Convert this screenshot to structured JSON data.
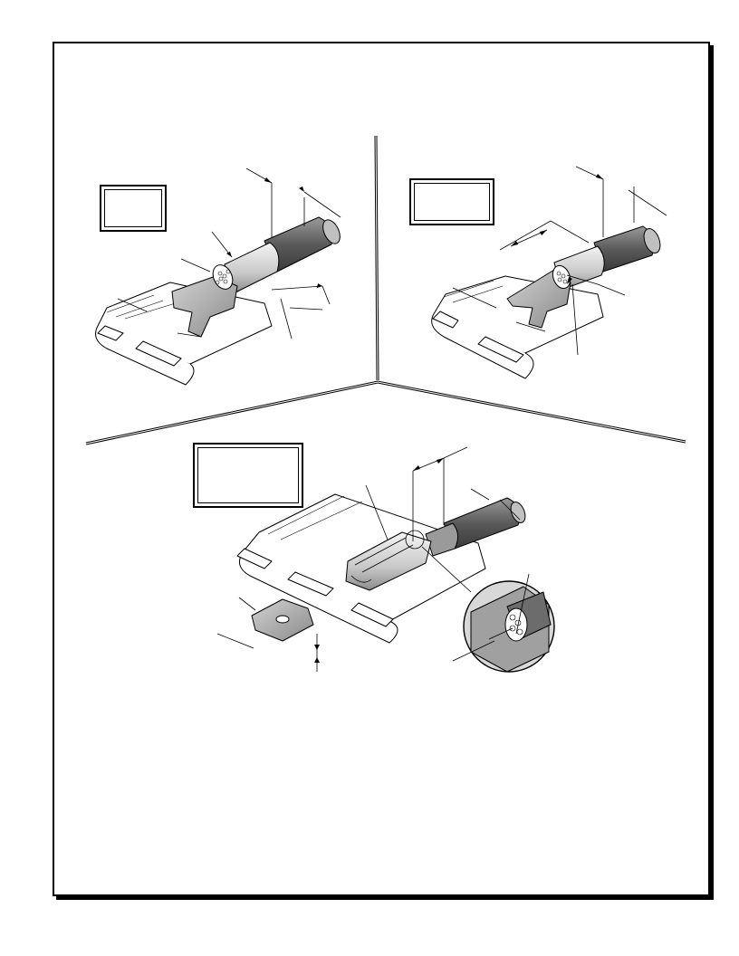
{
  "figure": {
    "panels": [
      {
        "id": "top-left",
        "label": ""
      },
      {
        "id": "top-right",
        "label": ""
      },
      {
        "id": "bottom",
        "label": ""
      }
    ]
  },
  "colors": {
    "line": "#000000",
    "fill_light": "#e6e6e6",
    "fill_mid": "#b5b5b5",
    "fill_dark": "#6e6e6e",
    "paper": "#ffffff"
  }
}
